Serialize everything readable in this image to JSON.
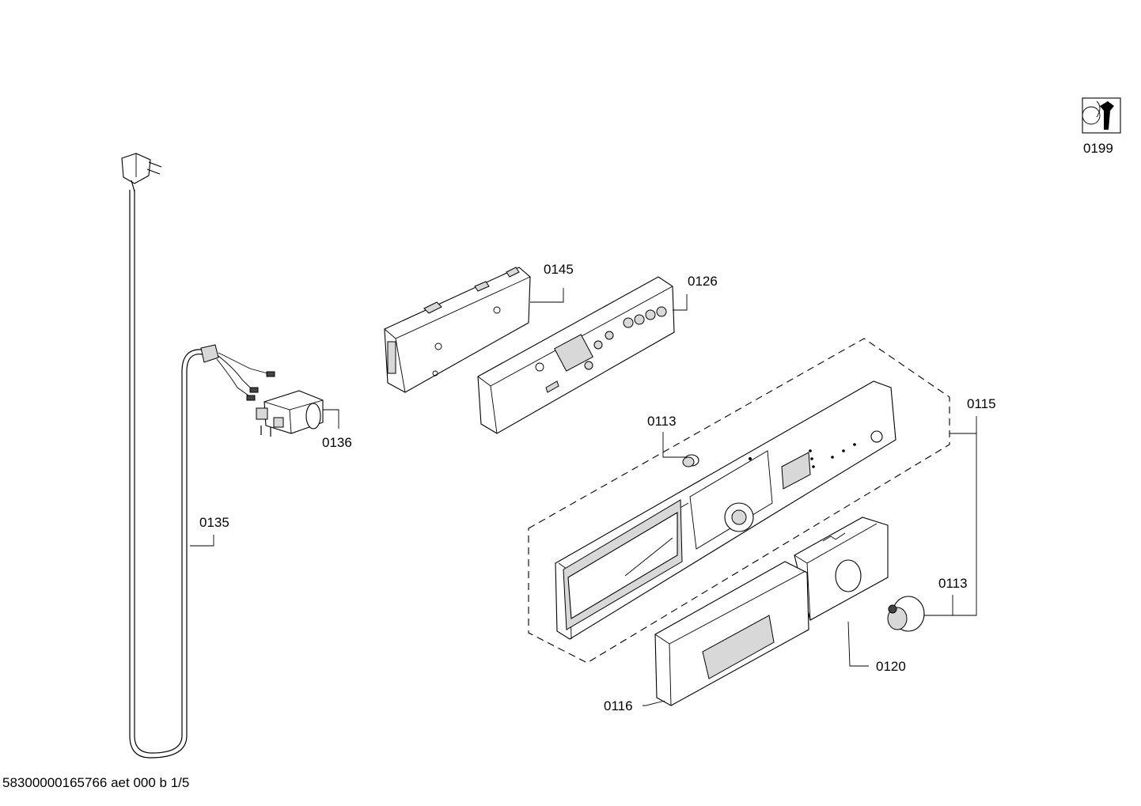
{
  "document_id": "58300000165766 aet 000 b 1/5",
  "callouts": [
    {
      "id": "0199",
      "label": "0199"
    },
    {
      "id": "0145",
      "label": "0145"
    },
    {
      "id": "0126",
      "label": "0126"
    },
    {
      "id": "0136",
      "label": "0136"
    },
    {
      "id": "0135",
      "label": "0135"
    },
    {
      "id": "0113a",
      "label": "0113"
    },
    {
      "id": "0115",
      "label": "0115"
    },
    {
      "id": "0113b",
      "label": "0113"
    },
    {
      "id": "0120",
      "label": "0120"
    },
    {
      "id": "0116",
      "label": "0116"
    }
  ]
}
